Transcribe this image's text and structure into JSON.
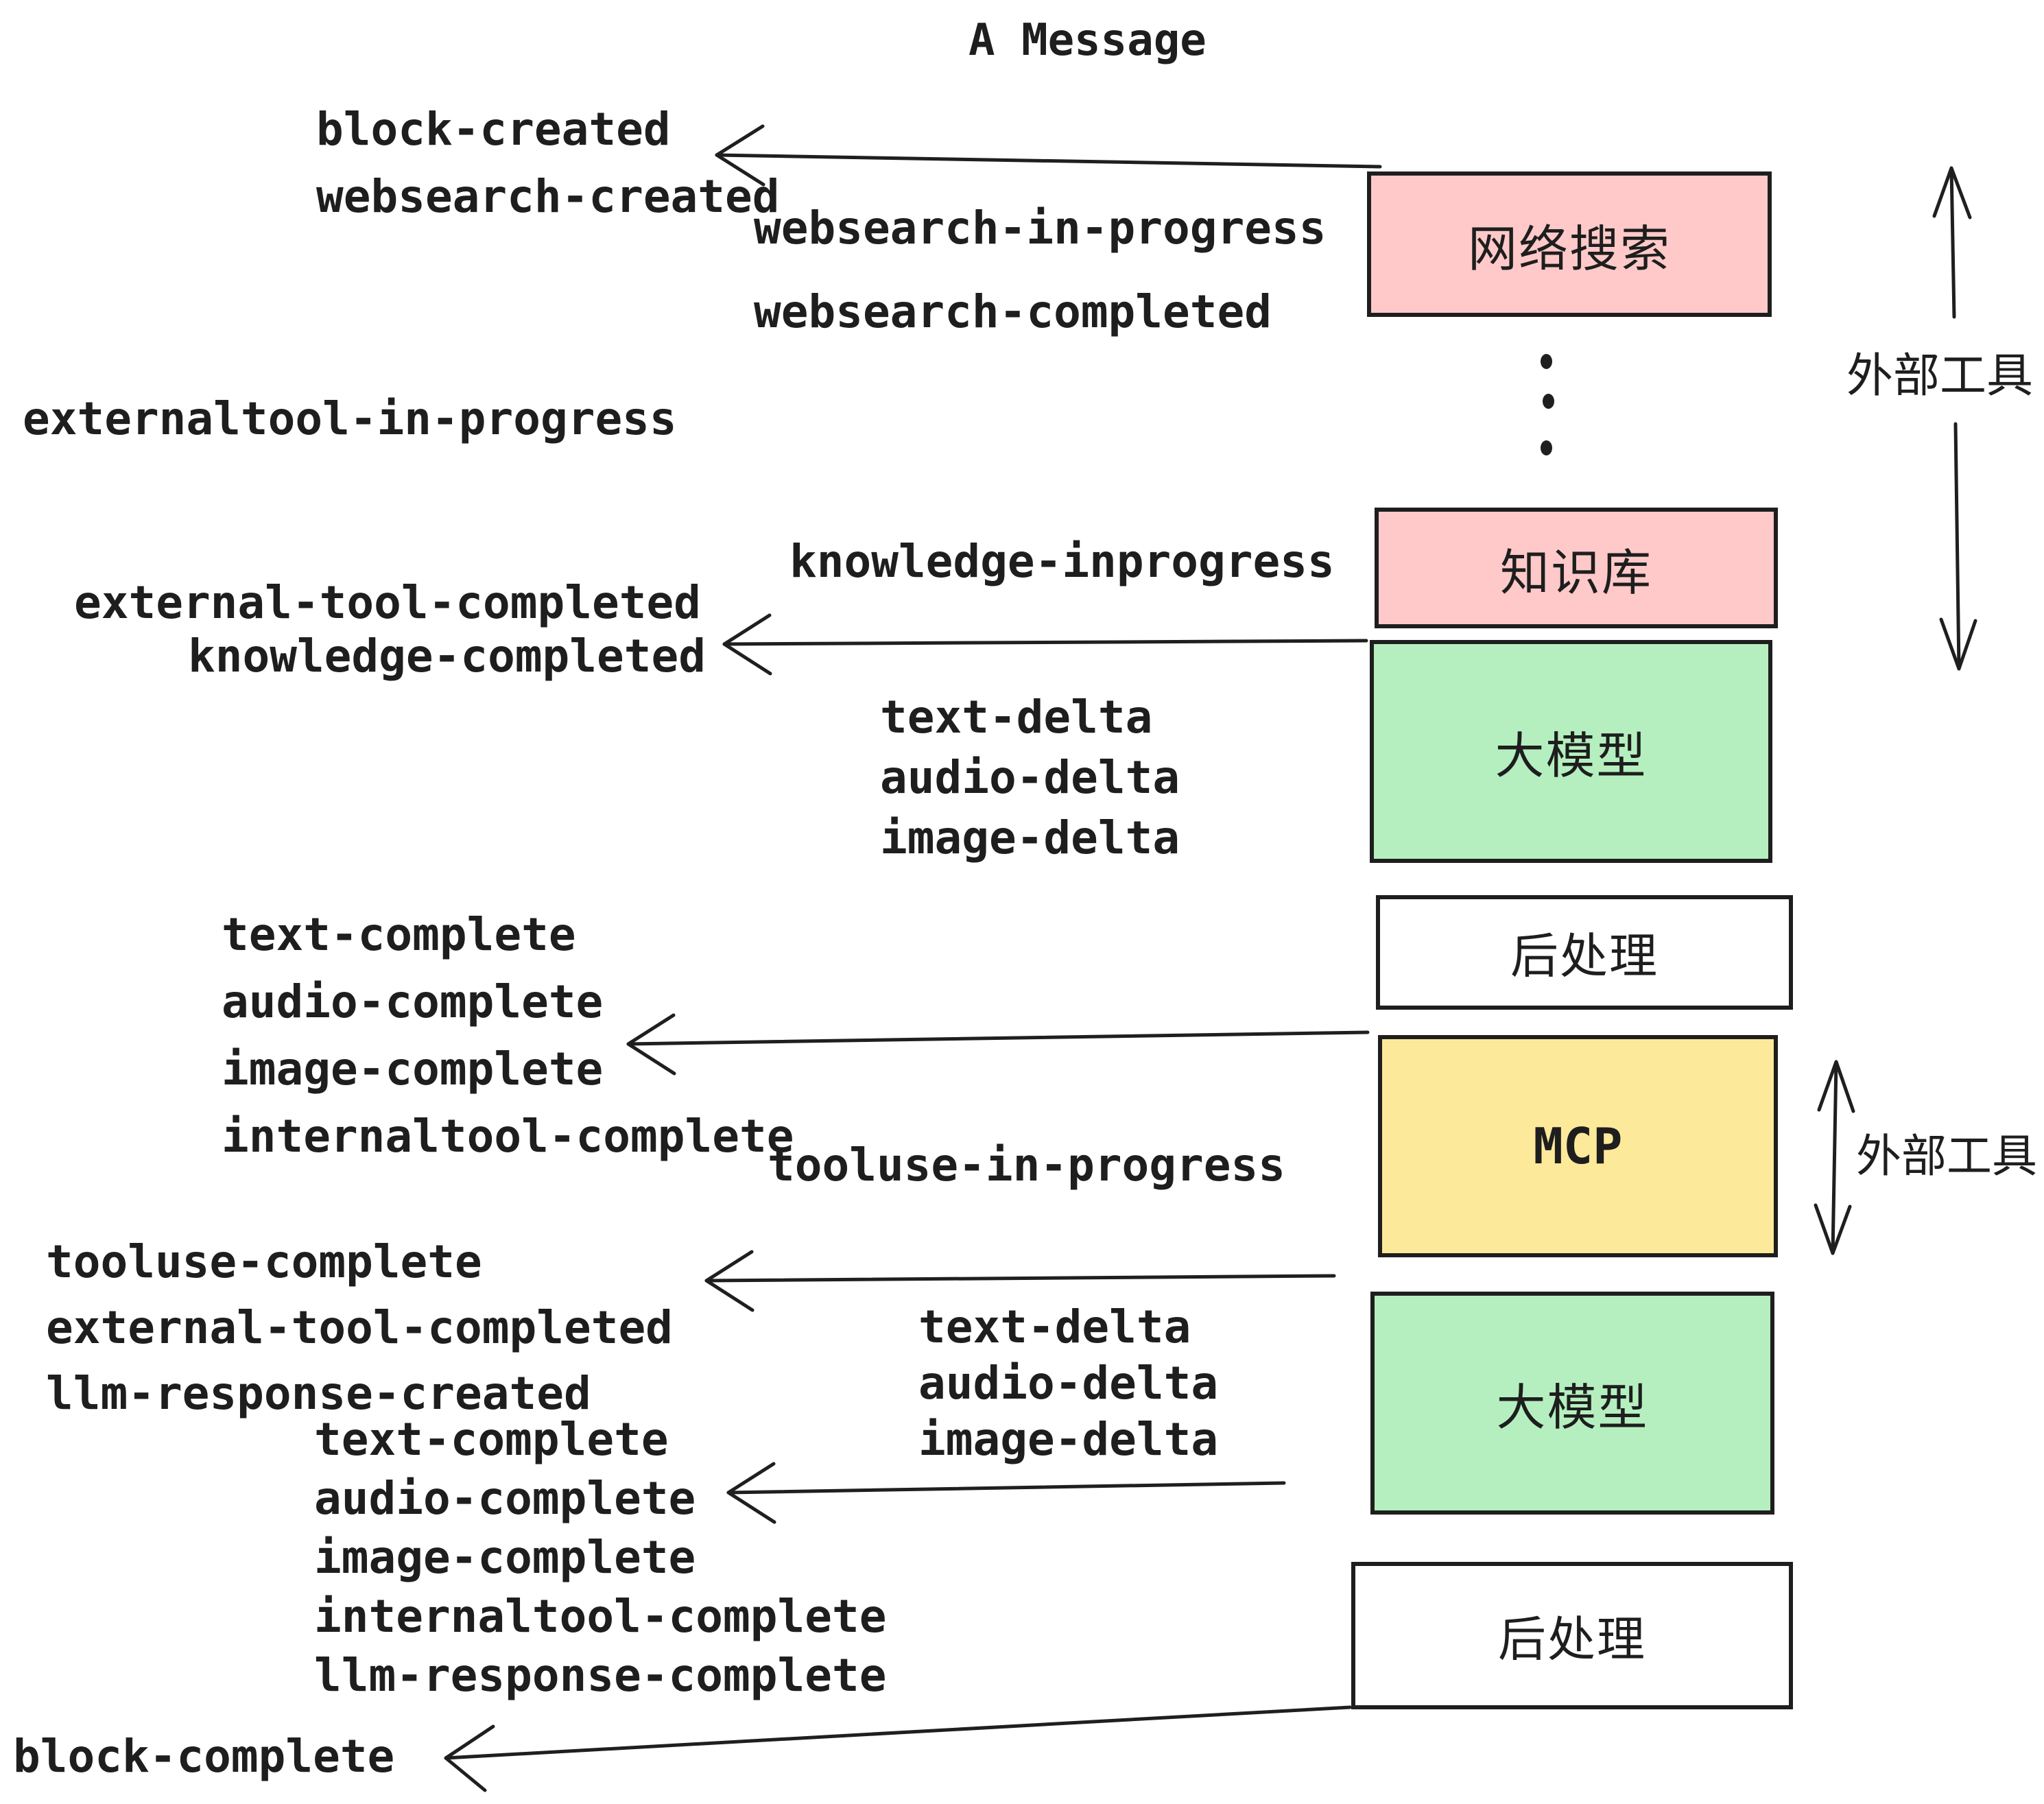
{
  "title": "A Message",
  "events": {
    "block_created": "block-created",
    "websearch_created": "websearch-created",
    "websearch_in_progress": "websearch-in-progress",
    "websearch_completed": "websearch-completed",
    "externaltool_in_progress": "externaltool-in-progress",
    "knowledge_inprogress": "knowledge-inprogress",
    "external_tool_completed": "external-tool-completed",
    "knowledge_completed": "knowledge-completed",
    "text_delta": "text-delta",
    "audio_delta": "audio-delta",
    "image_delta": "image-delta",
    "text_complete": "text-complete",
    "audio_complete": "audio-complete",
    "image_complete": "image-complete",
    "internaltool_complete": "internaltool-complete",
    "tooluse_in_progress": "tooluse-in-progress",
    "tooluse_complete": "tooluse-complete",
    "llm_response_created": "llm-response-created",
    "llm_response_complete": "llm-response-complete",
    "block_complete": "block-complete"
  },
  "boxes": {
    "websearch": {
      "label": "网络搜索",
      "fill": "#ffc9c9"
    },
    "knowledge": {
      "label": "知识库",
      "fill": "#ffc9c9"
    },
    "llm1": {
      "label": "大模型",
      "fill": "#b5efbf"
    },
    "post1": {
      "label": "后处理",
      "fill": "#ffffff"
    },
    "mcp": {
      "label": "MCP",
      "fill": "#fde99a"
    },
    "llm2": {
      "label": "大模型",
      "fill": "#b5efbf"
    },
    "post2": {
      "label": "后处理",
      "fill": "#ffffff"
    }
  },
  "annotations": {
    "external_tools_top": "外部工具",
    "external_tools_bottom": "外部工具"
  },
  "colors": {
    "ink": "#1e1e1e",
    "box_pink": "#ffc9c9",
    "box_green": "#b5efbf",
    "box_yellow": "#fde99a",
    "box_white": "#ffffff"
  }
}
